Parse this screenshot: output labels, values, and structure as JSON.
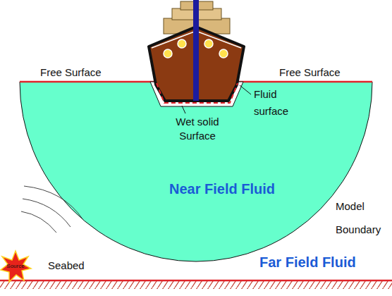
{
  "diagram": {
    "labels": [
      "Free Surface",
      "Free Surface",
      "Fluid surface",
      "Wet solid Surface",
      "Near Field Fluid",
      "Model Boundary",
      "Source",
      "Seabed",
      "Far Field Fluid"
    ]
  }
}
